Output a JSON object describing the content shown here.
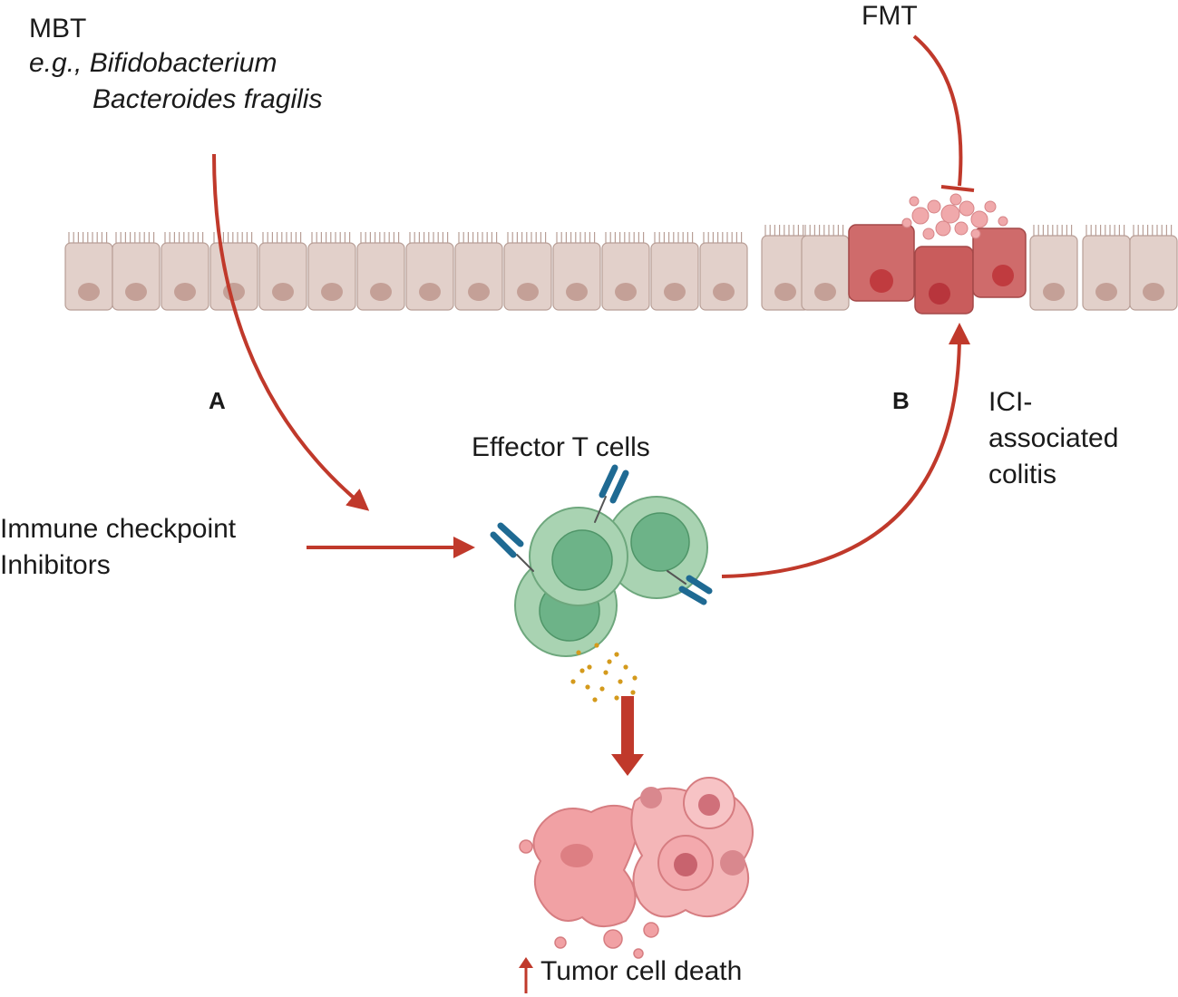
{
  "labels": {
    "mbt": "MBT",
    "mbt_example_1": "e.g., Bifidobacterium",
    "mbt_example_2": "Bacteroides fragilis",
    "fmt": "FMT",
    "panel_a": "A",
    "panel_b": "B",
    "effector": "Effector T cells",
    "ici_1": "Immune checkpoint",
    "ici_2": "Inhibitors",
    "colitis_1": "ICI-",
    "colitis_2": "associated",
    "colitis_3": "colitis",
    "tumor_death": "Tumor cell death"
  },
  "colors": {
    "arrow": "#c0392b",
    "healthy_cell": "#e2d0ca",
    "healthy_nucleus": "#c4a097",
    "inflamed_cell": "#cf6b6b",
    "inflamed_nucleus": "#c03b3f",
    "t_cell": "#a9d3b2",
    "t_cell_nucleus": "#6db388",
    "antibody": "#1f6a93",
    "cytokine": "#d49a1c",
    "tumor": "#f1a1a4"
  },
  "icons": [
    "epithelium",
    "inflamed-epithelium",
    "t-cell-icon",
    "antibody-icon",
    "cytokine-icon",
    "tumor-cell-icon",
    "up-arrow-icon",
    "inhibition-icon"
  ]
}
